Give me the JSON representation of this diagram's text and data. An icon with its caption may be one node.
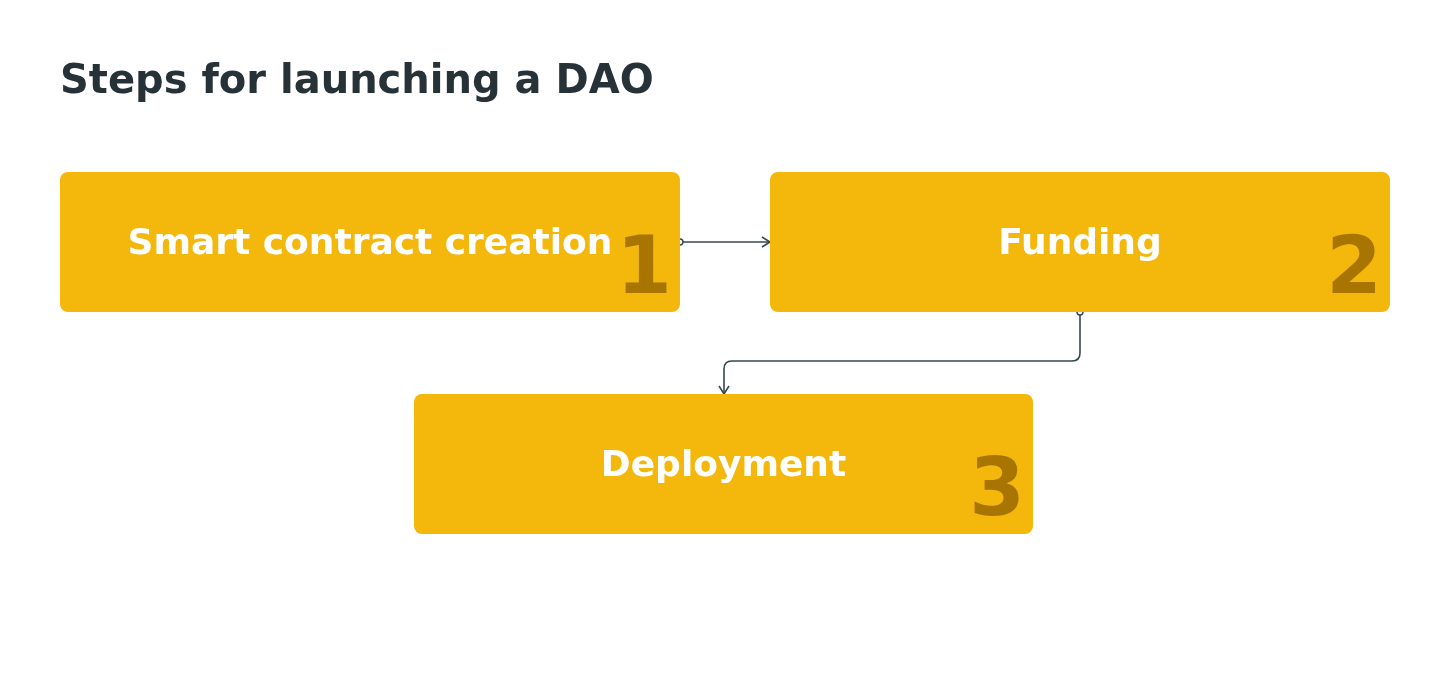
{
  "diagram": {
    "title": "Steps for launching a DAO",
    "nodes": [
      {
        "text": [
          "Smart contract creation",
          "1"
        ]
      },
      {
        "text": [
          "Funding",
          "2"
        ]
      },
      {
        "text": [
          "Deployment",
          "3"
        ]
      }
    ],
    "edges": [
      {
        "from": 0,
        "to": 1,
        "arrow": "to"
      },
      {
        "from": 1,
        "to": 2,
        "arrow": "to"
      }
    ]
  }
}
